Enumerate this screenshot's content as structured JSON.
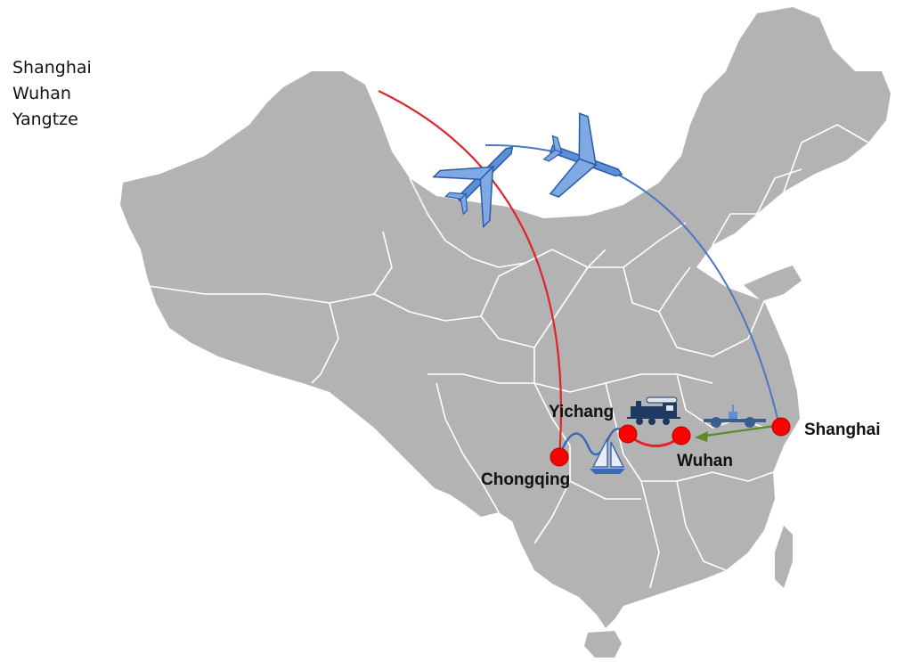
{
  "legend": {
    "items": [
      "Shanghai",
      "Wuhan",
      "Yangtze"
    ]
  },
  "cities": {
    "shanghai": "Shanghai",
    "wuhan": "Wuhan",
    "yichang": "Yichang",
    "chongqing": "Chongqing"
  },
  "colors": {
    "land": "#b3b3b3",
    "borders": "#ffffff",
    "city_marker": "#ff0000",
    "flight_route_red": "#e0242a",
    "flight_route_blue": "#4a78c2",
    "ground_route": "#5a8a2a",
    "river_route": "#e0242a",
    "plane": "#5b8fd6",
    "train": "#1f3a60"
  },
  "icons": {
    "plane_1": "airplane-icon",
    "plane_2": "airplane-icon",
    "train": "steam-train-icon",
    "bus": "vehicle-icon",
    "boat": "sailboat-icon"
  }
}
